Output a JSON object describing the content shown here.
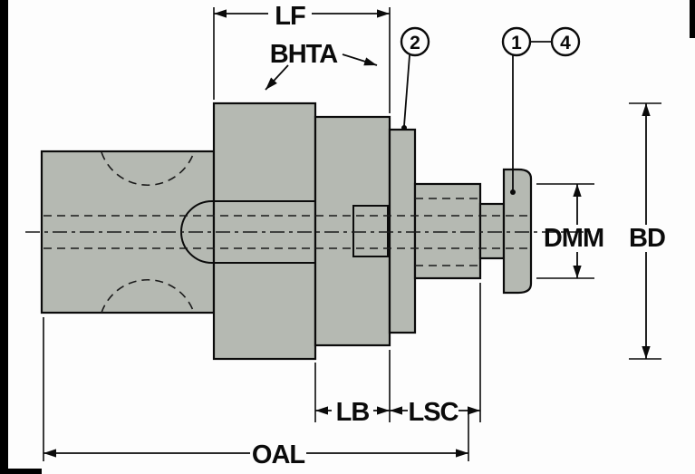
{
  "meta": {
    "type": "technical-dimension-diagram",
    "subject": "tool holder side view with dimension callouts"
  },
  "dimensions": {
    "lf": "LF",
    "bhta": "BHTA",
    "lb": "LB",
    "lsc": "LSC",
    "oal": "OAL",
    "dmm": "DMM",
    "bd": "BD"
  },
  "callouts": {
    "c2": "2",
    "c1": "1",
    "c4": "4"
  },
  "colors": {
    "part_fill": "#b5b9b2",
    "line": "#0b0b0b",
    "background": "#fdfdfd"
  }
}
